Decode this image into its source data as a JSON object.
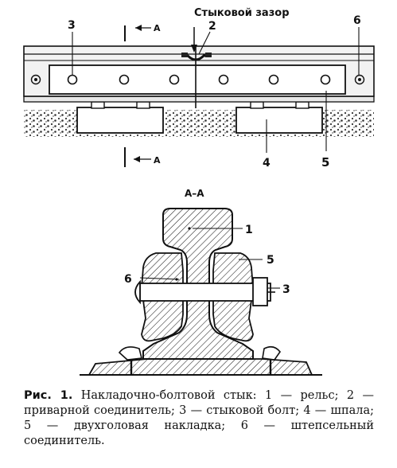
{
  "top_view": {
    "gap_label": "Стыковой зазор",
    "section_marker": "А",
    "callouts": [
      "3",
      "2",
      "6",
      "4",
      "5"
    ]
  },
  "section_view": {
    "title": "А–А",
    "callouts": [
      "1",
      "5",
      "3",
      "6"
    ]
  },
  "caption": {
    "figure_label": "Рис. 1.",
    "text": "Накладочно-болтовой стык: 1 — рельс; 2 — приварной соединитель; 3 — стыковой болт; 4 — шпала; 5 — двухголовая накладка; 6 — штепсельный соединитель."
  }
}
